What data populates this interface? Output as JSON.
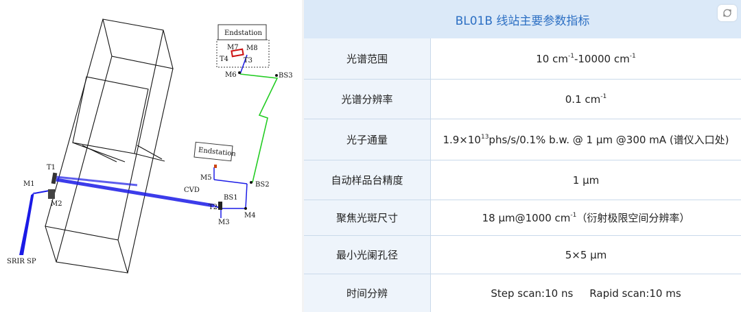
{
  "diagram": {
    "labels": {
      "m1": "M1",
      "m2": "M2",
      "m3": "M3",
      "m4": "M4",
      "m5": "M5",
      "m6": "M6",
      "m7": "M7",
      "m8": "M8",
      "t1": "T1",
      "t2": "T2",
      "t3": "T3",
      "t4": "T4",
      "bs1": "BS1",
      "bs2": "BS2",
      "bs3": "BS3",
      "cvd": "CVD",
      "source": "SRIR SP",
      "endstation_top": "Endstation",
      "endstation_mid": "Endstation"
    },
    "colors": {
      "beam_blue": "#1a1ae6",
      "beam_green": "#22cc22",
      "mirror_red": "#cc1111"
    }
  },
  "table": {
    "title": "BL01B 线站主要参数指标",
    "title_color": "#2c6fc3",
    "header_bg": "#dbe9f8",
    "expand_icon": "expand-icon",
    "rows": [
      {
        "label": "光谱范围",
        "v1": "10 cm",
        "s1": "-1",
        "v2": "-10000 cm",
        "s2": "-1",
        "v3": ""
      },
      {
        "label": "光谱分辨率",
        "v1": "0.1 cm",
        "s1": "-1",
        "v2": "",
        "s2": "",
        "v3": ""
      },
      {
        "label": "光子通量",
        "v1": "1.9×10",
        "s1": "13",
        "v2": "phs/s/0.1% b.w. @ 1 μm @300 mA (谱仪入口处)",
        "s2": "",
        "v3": ""
      },
      {
        "label": "自动样品台精度",
        "v1": "1 μm",
        "s1": "",
        "v2": "",
        "s2": "",
        "v3": ""
      },
      {
        "label": "聚焦光斑尺寸",
        "v1": "18 μm@1000 cm",
        "s1": "-1",
        "v2": "（衍射极限空间分辨率）",
        "s2": "",
        "v3": ""
      },
      {
        "label": "最小光阑孔径",
        "v1": "5×5 μm",
        "s1": "",
        "v2": "",
        "s2": "",
        "v3": ""
      },
      {
        "label": "时间分辨",
        "v1": "Step scan:10 ns",
        "s1": "",
        "v2": "",
        "s2": "",
        "v3": "Rapid scan:10 ms"
      }
    ]
  }
}
